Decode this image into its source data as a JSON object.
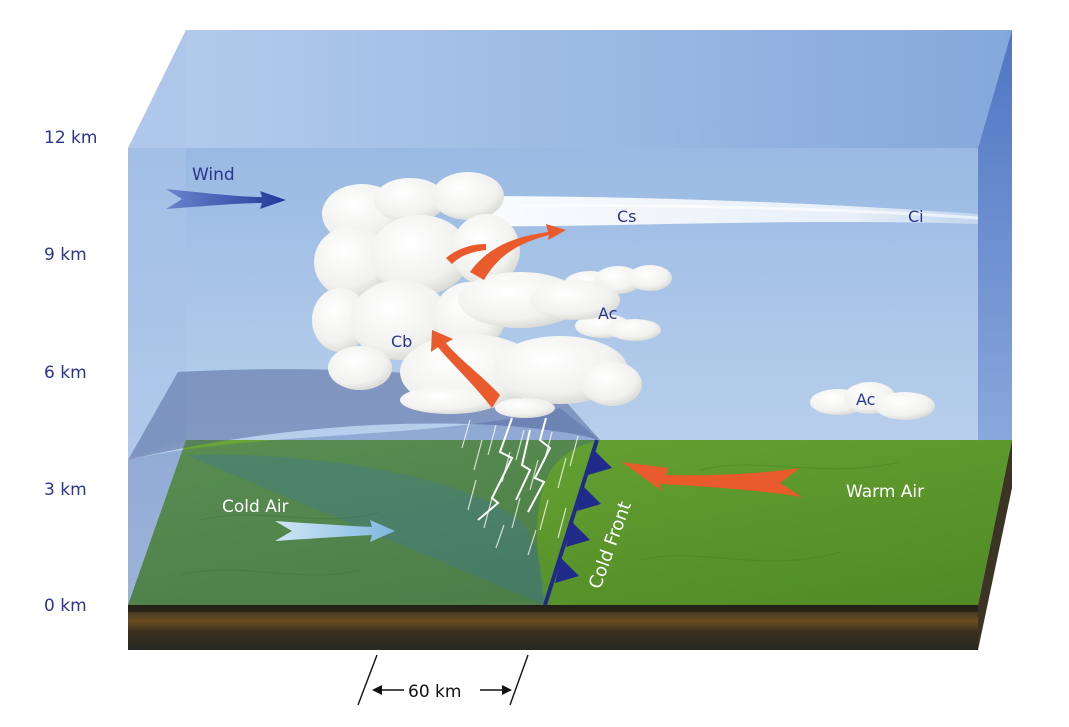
{
  "altitude_labels": [
    "12 km",
    "9 km",
    "6 km",
    "3 km",
    "0 km"
  ],
  "labels": {
    "wind": "Wind",
    "cs": "Cs",
    "ci": "Ci",
    "ac_upper": "Ac",
    "ac_lower": "Ac",
    "cb": "Cb",
    "cold_air": "Cold Air",
    "warm_air": "Warm Air",
    "cold_front": "Cold Front",
    "distance": "60 km"
  },
  "colors": {
    "sky_top": "#7ea6db",
    "sky_bottom": "#b9d0ee",
    "ground_green": "#5f9e2c",
    "label_blue": "#2b3590",
    "warm_arrow": "#e95a2c",
    "front_blue": "#1f2a8a",
    "cold_arrow": "#8fc3e6"
  }
}
